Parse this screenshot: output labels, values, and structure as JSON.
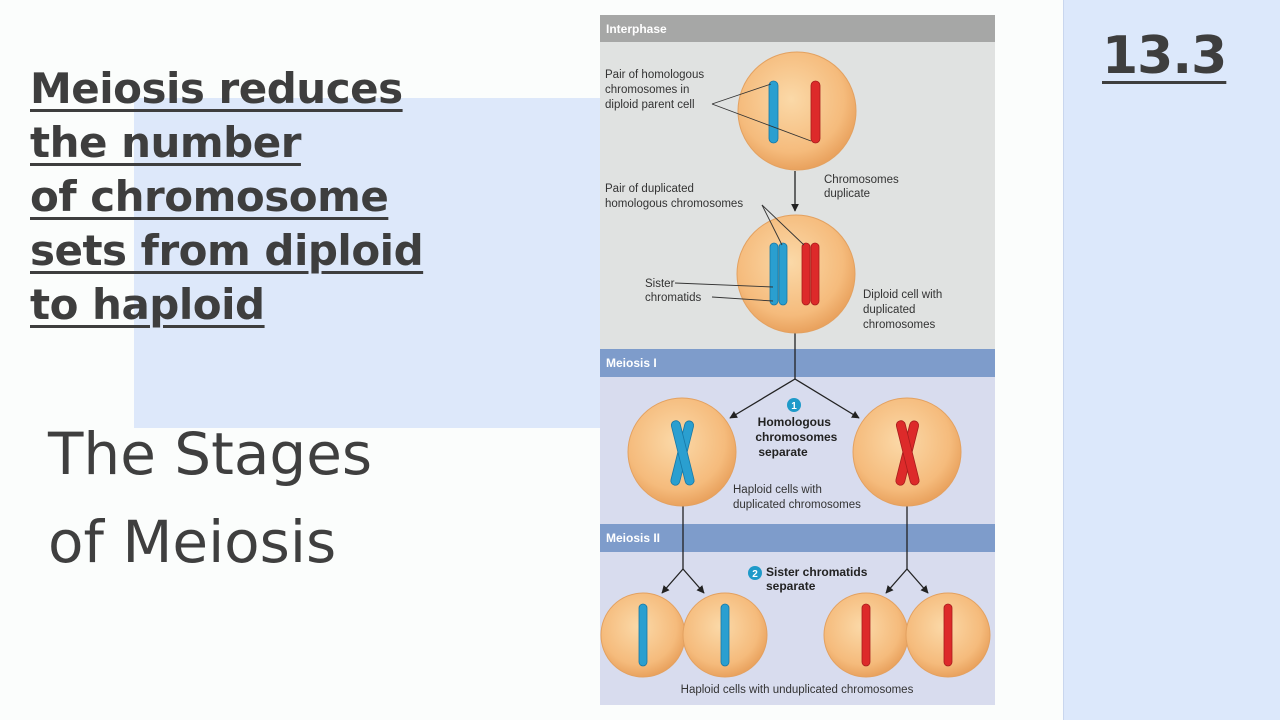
{
  "slide": {
    "section_number": "13.3",
    "title_lines": [
      "Meiosis reduces",
      "the number",
      "of chromosome",
      "sets from diploid",
      "to haploid"
    ],
    "subtitle_lines": [
      "The Stages",
      "of Meiosis"
    ]
  },
  "figure": {
    "bands": {
      "interphase": "Interphase",
      "meiosis1": "Meiosis I",
      "meiosis2": "Meiosis II"
    },
    "labels": {
      "pair_homologous_1": "Pair of homologous",
      "pair_homologous_2": "chromosomes in",
      "pair_homologous_3": "diploid parent cell",
      "chrom_duplicate_1": "Chromosomes",
      "chrom_duplicate_2": "duplicate",
      "pair_dup_1": "Pair of duplicated",
      "pair_dup_2": "homologous chromosomes",
      "sister_1": "Sister",
      "sister_2": "chromatids",
      "diploid_dup_1": "Diploid cell with",
      "diploid_dup_2": "duplicated",
      "diploid_dup_3": "chromosomes",
      "step1_num": "1",
      "step1_1": "Homologous",
      "step1_2": "chromosomes",
      "step1_3": "separate",
      "haploid_dup_1": "Haploid cells with",
      "haploid_dup_2": "duplicated chromosomes",
      "step2_num": "2",
      "step2_1": "Sister chromatids",
      "step2_2": "separate",
      "haploid_undup": "Haploid cells with unduplicated chromosomes"
    },
    "colors": {
      "blue_chromosome": "#2a9fd0",
      "red_chromosome": "#dd2a2a",
      "cell": "#f7c186",
      "band": "#7e9ccb",
      "panel_top": "#e0e2e2",
      "panel_bottom": "#d9dcee",
      "step_circle": "#1e9ac9"
    }
  }
}
